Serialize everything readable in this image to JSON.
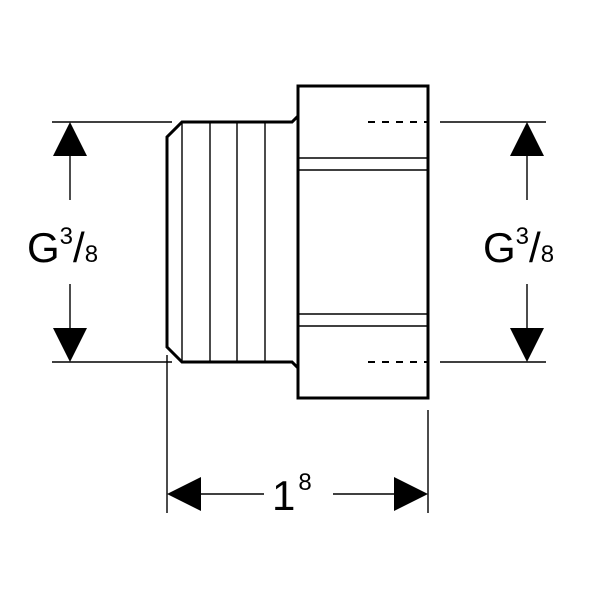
{
  "diagram": {
    "left_dimension": {
      "prefix": "G",
      "numerator": "3",
      "slash": "/",
      "denominator": "8"
    },
    "right_dimension": {
      "prefix": "G",
      "numerator": "3",
      "slash": "/",
      "denominator": "8"
    },
    "bottom_dimension": {
      "base": "1",
      "superscript": "8"
    }
  },
  "colors": {
    "line": "#000000",
    "background": "#ffffff"
  }
}
